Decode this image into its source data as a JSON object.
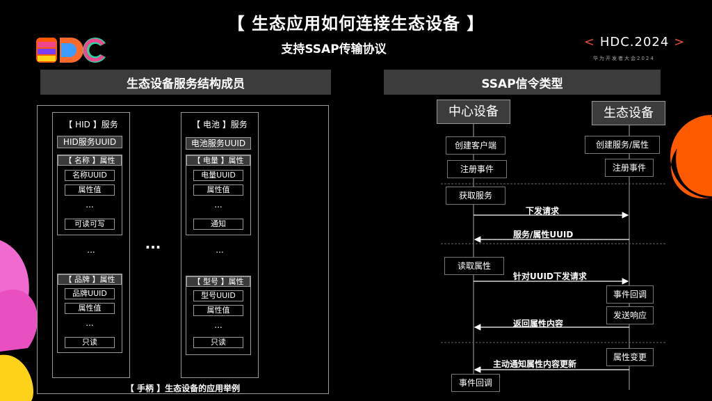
{
  "header": {
    "title": "【 生态应用如何连接生态设备 】",
    "subtitle": "支持SSAP传输协议",
    "logo_text": "HDC",
    "event_date": "HDC.2024",
    "event_subtitle": "华为开发者大会2024"
  },
  "left": {
    "section_title": "生态设备服务结构成员",
    "caption": "【 手柄 】生态设备的应用举例",
    "ellipsis": "...",
    "hid_service": {
      "header": "【 HID 】服务",
      "service_name": "HID服务UUID",
      "attr1_header": "【 名称 】属性",
      "attr1_uuid": "名称UUID",
      "attr1_value": "属性值",
      "attr1_dots": "...",
      "attr1_perm": "可读可写",
      "middle_dots": "...",
      "attr2_header": "【 品牌 】属性",
      "attr2_uuid": "品牌UUID",
      "attr2_value": "属性值",
      "attr2_dots": "...",
      "attr2_perm": "只读"
    },
    "battery_service": {
      "header": "【 电池 】服务",
      "service_name": "电池服务UUID",
      "attr1_header": "【 电量 】属性",
      "attr1_uuid": "电量UUID",
      "attr1_value": "属性值",
      "attr1_dots": "...",
      "attr1_perm": "通知",
      "middle_dots": "...",
      "attr2_header": "【 型号 】属性",
      "attr2_uuid": "型号UUID",
      "attr2_value": "属性值",
      "attr2_dots": "...",
      "attr2_perm": "只读"
    }
  },
  "right": {
    "section_title": "SSAP信令类型",
    "central_device": "中心设备",
    "eco_device": "生态设备",
    "create_client": "创建客户端",
    "create_service": "创建服务/属性",
    "register_event_left": "注册事件",
    "register_event_right": "注册事件",
    "get_service": "获取服务",
    "send_request": "下发请求",
    "service_attr_uuid": "服务/属性UUID",
    "read_attr": "读取属性",
    "send_by_uuid": "针对UUID下发请求",
    "event_callback_right": "事件回调",
    "send_response": "发送响应",
    "return_attr": "返回属性内容",
    "attr_change": "属性变更",
    "active_notify": "主动通知属性内容更新",
    "event_callback_left": "事件回调"
  },
  "colors": {
    "background": "#000000",
    "panel_gray": "#3c3c3c",
    "accent_red": "#e64a35",
    "accent_orange": "#ff5a00",
    "accent_pink": "#f06ad0",
    "accent_yellow": "#ffd21a"
  }
}
